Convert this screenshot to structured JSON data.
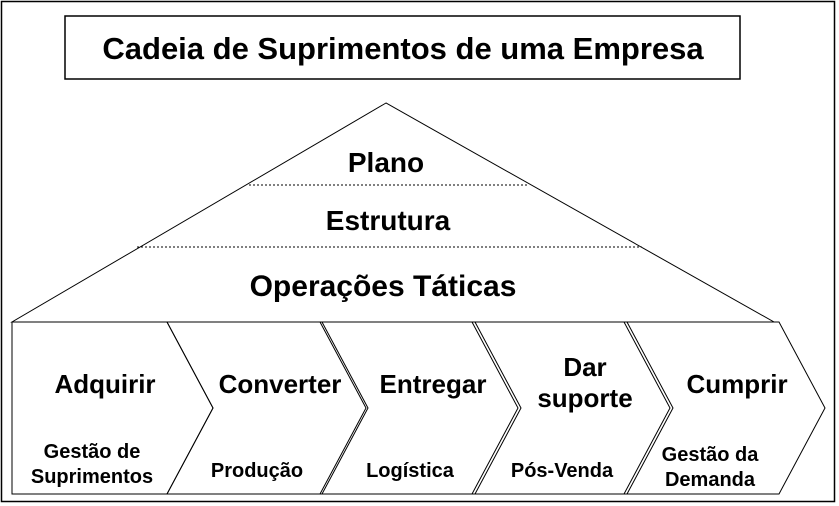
{
  "title": "Cadeia de Suprimentos de uma Empresa",
  "pyramid": {
    "levels": [
      "Plano",
      "Estrutura",
      "Operações Táticas"
    ]
  },
  "stages": [
    {
      "label": [
        "Adquirir"
      ],
      "sublabel": [
        "Gestão de",
        "Suprimentos"
      ]
    },
    {
      "label": [
        "Converter"
      ],
      "sublabel": [
        "Produção"
      ]
    },
    {
      "label": [
        "Entregar"
      ],
      "sublabel": [
        "Logística"
      ]
    },
    {
      "label": [
        "Dar",
        "suporte"
      ],
      "sublabel": [
        "Pós-Venda"
      ]
    },
    {
      "label": [
        "Cumprir"
      ],
      "sublabel": [
        "Gestão da",
        "Demanda"
      ]
    }
  ],
  "colors": {
    "line": "#000000",
    "background": "#ffffff"
  }
}
